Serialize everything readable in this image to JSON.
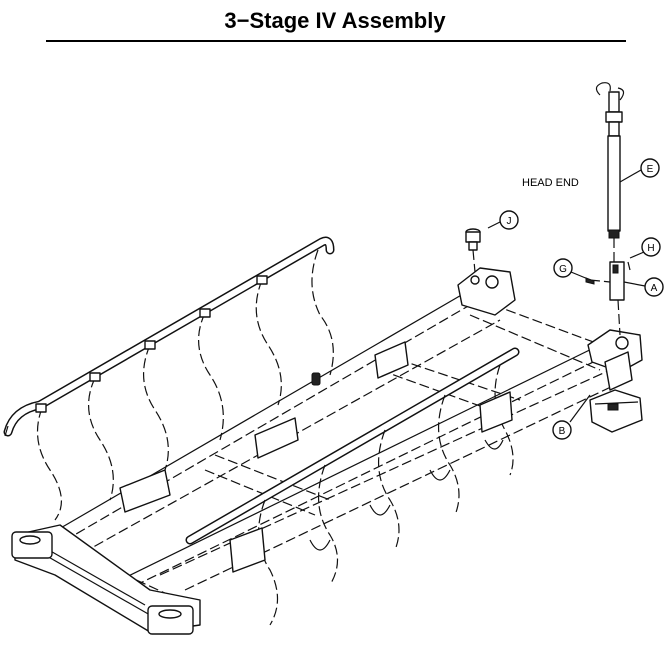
{
  "title": "3−Stage IV Assembly",
  "head_end_label": "HEAD END",
  "callouts": {
    "a": "A",
    "b": "B",
    "e": "E",
    "g": "G",
    "h": "H",
    "j": "J"
  }
}
